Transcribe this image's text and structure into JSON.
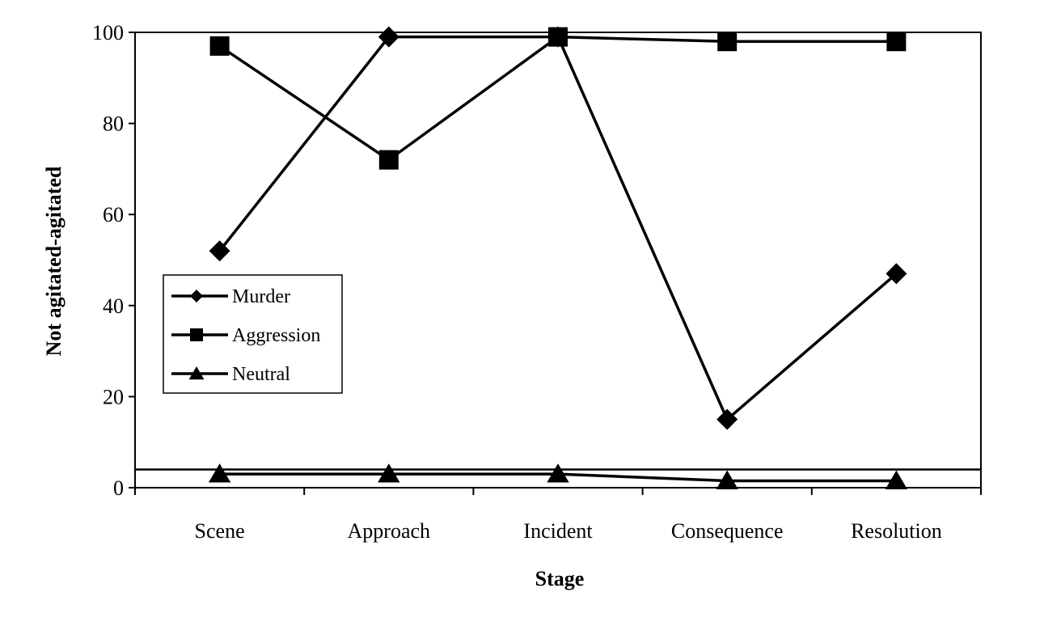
{
  "chart_data": {
    "type": "line",
    "title": "",
    "xlabel": "Stage",
    "ylabel": "Not agitated-agitated",
    "categories": [
      "Scene",
      "Approach",
      "Incident",
      "Consequence",
      "Resolution"
    ],
    "ylim": [
      0,
      100
    ],
    "yticks": [
      0,
      20,
      40,
      60,
      80,
      100
    ],
    "grid": false,
    "legend_position": "middle-left",
    "reference_line": 4,
    "series": [
      {
        "name": "Murder",
        "marker": "diamond",
        "color": "#000000",
        "values": [
          52,
          99,
          99,
          15,
          47
        ]
      },
      {
        "name": "Aggression",
        "marker": "square",
        "color": "#000000",
        "values": [
          97,
          72,
          99,
          98,
          98
        ]
      },
      {
        "name": "Neutral",
        "marker": "triangle",
        "color": "#000000",
        "values": [
          3,
          3,
          3,
          1.5,
          1.5
        ]
      }
    ]
  }
}
